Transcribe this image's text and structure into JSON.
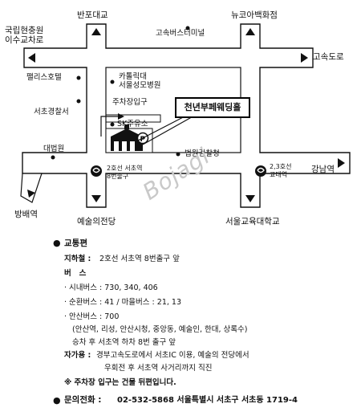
{
  "map": {
    "top_center": "반포대교",
    "top_right": "뉴코아백화점",
    "top_left": "국립현충원\n이수교차로",
    "bus_terminal": "고속버스터미널",
    "highway": "고속도로",
    "palace_hotel": "팰리스호텔",
    "seocho_police": "서초경찰서",
    "court": "대법원",
    "catholic": "카톨릭대\n서울성모병원",
    "parking": "주차장입구",
    "sk_station": "SK주유소",
    "venue": "천년부페웨딩홀",
    "prosecutor": "법원검찰청",
    "seocho_exit": "2호선 서초역\n8번출구",
    "gyodae_exit": "2,3호선\n교대역",
    "gangnam": "강남역",
    "bangbae": "방배역",
    "arts_center": "예술의전당",
    "edu_univ": "서울교육대학교",
    "watermark": "Bojagi"
  },
  "info": {
    "transport_title": "교통편",
    "subway_label": "지하철 :",
    "subway_text": "2호선 서초역 8번출구 앞",
    "bus_label": "버   스",
    "city_bus": "· 시내버스 : 730, 340, 406",
    "circular_bus": "· 순환버스 : 41 / 마을버스 : 21, 13",
    "ansan_bus": "· 안산버스 : 700",
    "ansan_route": "(안산역, 리성, 안산시청, 중앙동, 예술인, 한대, 상록수)",
    "transfer": "승차 후 서초역 하차 8번 출구 앞",
    "car_label": "자가용 :",
    "car_text1": "경부고속도로에서 서초IC 이용, 예술의 전당에서",
    "car_text2": "우회전 후 서초역 사거리까지 직진",
    "parking_note": "※ 주차장 입구는 건물 뒤편입니다.",
    "contact_label": "문의전화 :",
    "contact_text": "02-532-5868  서울특별시 서초구 서초동 1719-4"
  }
}
